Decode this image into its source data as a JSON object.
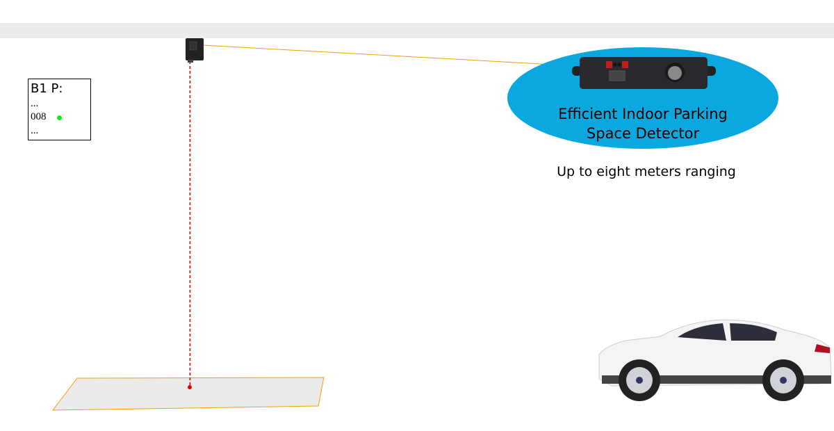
{
  "status_panel": {
    "title": "B1 P:",
    "line_before": "...",
    "space_id": "008",
    "line_after": "...",
    "status_color": "#19e619"
  },
  "callout": {
    "title_line1": "Efficient Indoor Parking",
    "title_line2": "Space Detector",
    "color": "#0ba8e0"
  },
  "subtitle": "Up to eight meters ranging",
  "colors": {
    "connector": "#f5a000",
    "beam": "#e00000",
    "pad_border": "#f5a000",
    "pad_fill": "#ebebeb"
  }
}
